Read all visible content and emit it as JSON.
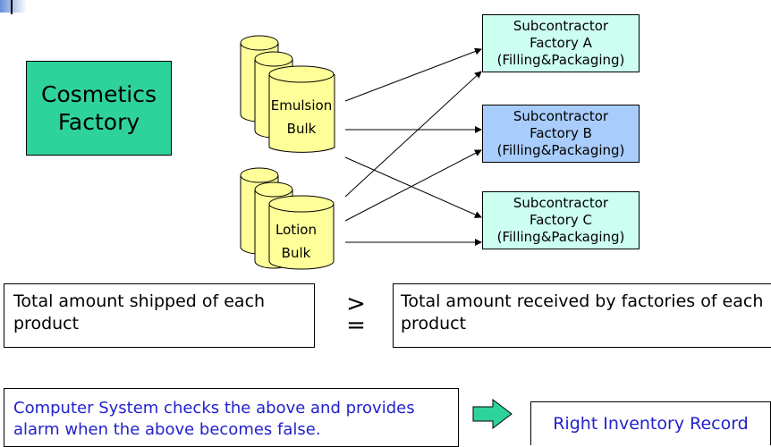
{
  "factory": {
    "line1": "Cosmetics",
    "line2": "Factory"
  },
  "bulks": [
    {
      "line1": "Emulsion",
      "line2": "Bulk",
      "fill": "#ffff99"
    },
    {
      "line1": "Lotion",
      "line2": "Bulk",
      "fill": "#ffff99"
    }
  ],
  "subcontractors": [
    {
      "line1": "Subcontractor",
      "line2": "Factory A",
      "line3": "(Filling&Packaging)",
      "color": "#ccfff0"
    },
    {
      "line1": "Subcontractor",
      "line2": "Factory B",
      "line3": "(Filling&Packaging)",
      "color": "#a8cdfc"
    },
    {
      "line1": "Subcontractor",
      "line2": "Factory C",
      "line3": "(Filling&Packaging)",
      "color": "#ccfff0"
    }
  ],
  "shipped_text": "Total amount shipped of each product",
  "comparison": {
    "top": ">",
    "bottom": "="
  },
  "received_text": "Total amount received by factories of each product",
  "check_text": "Computer System checks the above and provides alarm when the above becomes false.",
  "inventory_text": "Right Inventory Record",
  "colors": {
    "factory": "#2ed39c",
    "arrow_fill": "#2ed39c",
    "accent_text": "#2222cc"
  }
}
